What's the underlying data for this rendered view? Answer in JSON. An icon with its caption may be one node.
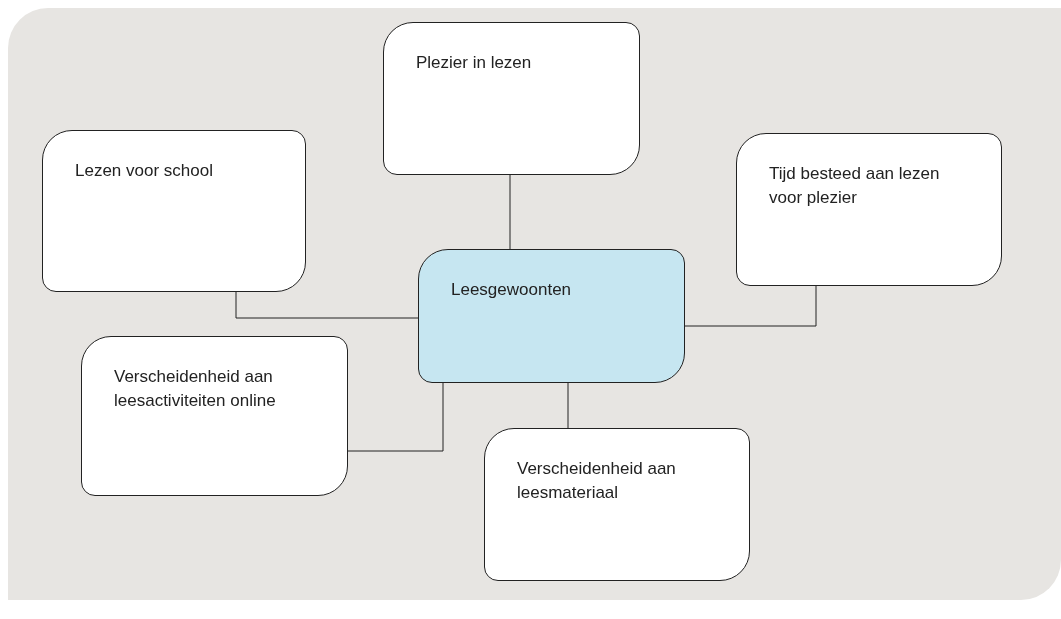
{
  "diagram": {
    "nodes": [
      {
        "text": [
          "Leesgewoonten"
        ]
      },
      {
        "text": [
          "Plezier in lezen"
        ]
      },
      {
        "text": [
          "Lezen voor school"
        ]
      },
      {
        "text": [
          "Tijd besteed aan lezen voor plezier"
        ]
      },
      {
        "text": [
          "Verscheidenheid aan leesactiviteiten online"
        ]
      },
      {
        "text": [
          "Verscheidenheid aan leesmateriaal"
        ]
      }
    ],
    "edges": [
      {
        "from": 0,
        "to": 1,
        "arrow": "none"
      },
      {
        "from": 0,
        "to": 2,
        "arrow": "none"
      },
      {
        "from": 0,
        "to": 3,
        "arrow": "none"
      },
      {
        "from": 0,
        "to": 4,
        "arrow": "none"
      },
      {
        "from": 0,
        "to": 5,
        "arrow": "none"
      }
    ]
  }
}
